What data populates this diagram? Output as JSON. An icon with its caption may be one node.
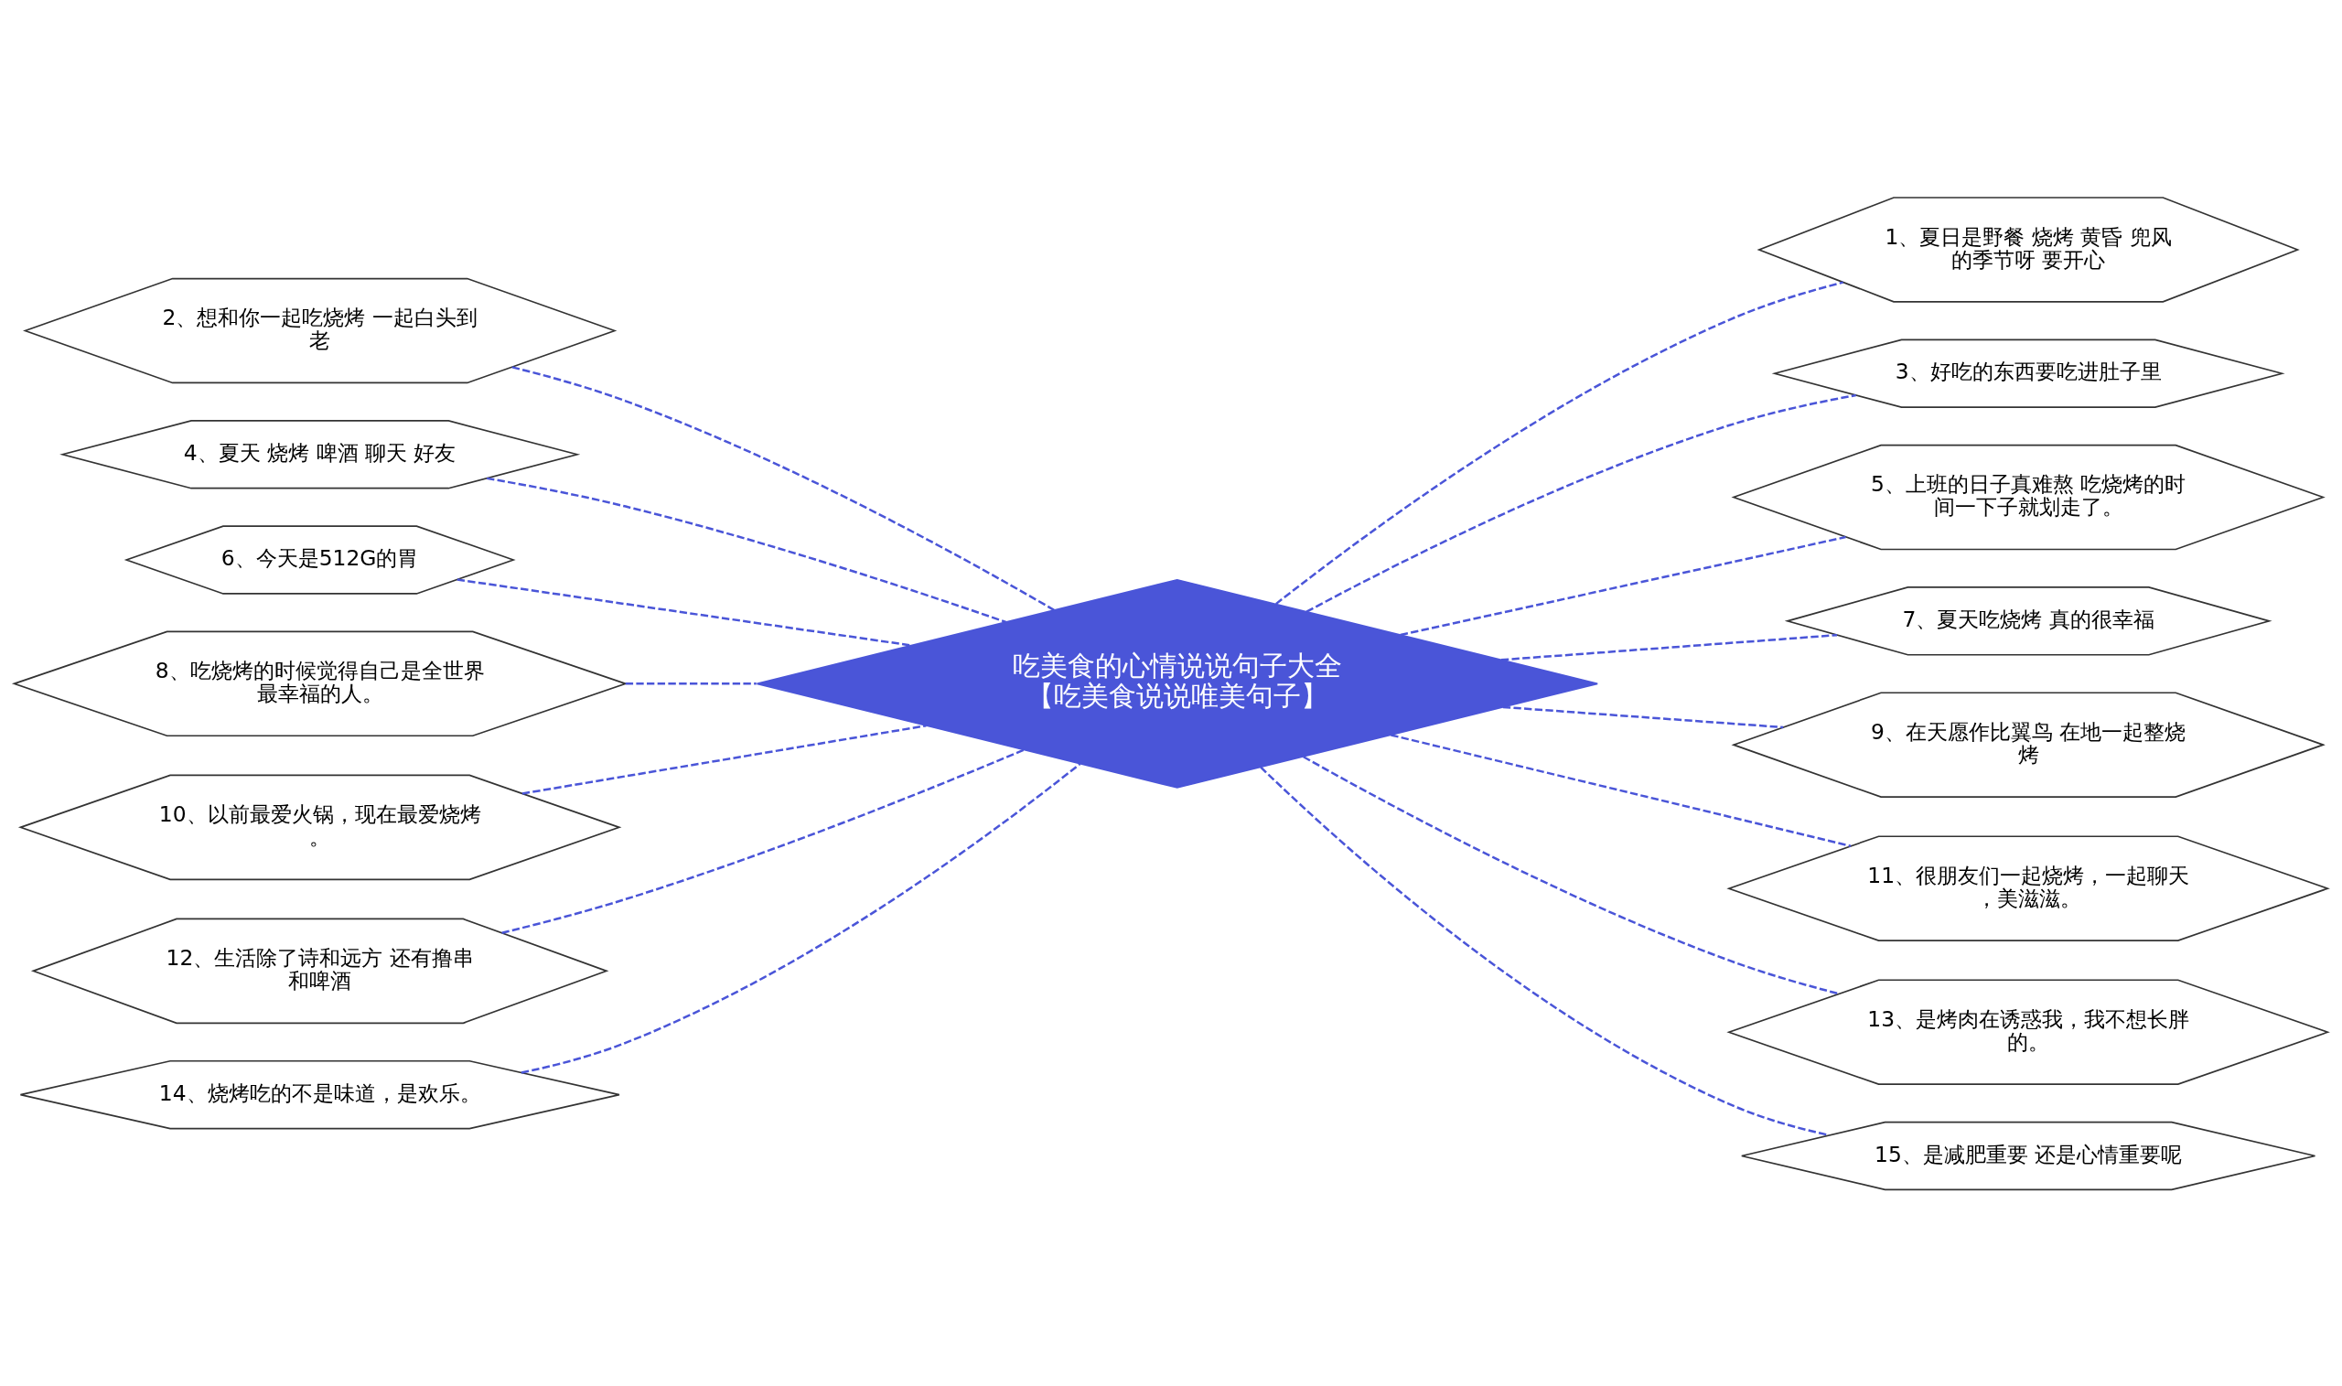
{
  "diagram": {
    "nodes": [
      {
        "text": [
          "吃美食的心情说说句子大全【吃美食说说唯美句子】"
        ]
      },
      {
        "text": [
          "1、夏日是野餐 烧烤 黄昏 兜风的季节呀 要开心"
        ]
      },
      {
        "text": [
          "2、想和你一起吃烧烤 一起白头到老"
        ]
      },
      {
        "text": [
          "3、好吃的东西要吃进肚子里"
        ]
      },
      {
        "text": [
          "4、夏天 烧烤 啤酒 聊天 好友"
        ]
      },
      {
        "text": [
          "5、上班的日子真难熬 吃烧烤的时间一下子就划走了。"
        ]
      },
      {
        "text": [
          "6、今天是512G的胃"
        ]
      },
      {
        "text": [
          "7、夏天吃烧烤 真的很幸福"
        ]
      },
      {
        "text": [
          "8、吃烧烤的时候觉得自己是全世界最幸福的人。"
        ]
      },
      {
        "text": [
          "9、在天愿作比翼鸟 在地一起整烧烤"
        ]
      },
      {
        "text": [
          "10、以前最爱火锅，现在最爱烧烤。"
        ]
      },
      {
        "text": [
          "11、很朋友们一起烧烤，一起聊天，美滋滋。"
        ]
      },
      {
        "text": [
          "12、生活除了诗和远方 还有撸串和啤酒"
        ]
      },
      {
        "text": [
          "13、是烤肉在诱惑我，我不想长胖的。"
        ]
      },
      {
        "text": [
          "14、烧烤吃的不是味道，是欢乐。"
        ]
      },
      {
        "text": [
          "15、是减肥重要 还是心情重要呢"
        ]
      }
    ],
    "edges": [
      {
        "from": 0,
        "to": 1,
        "arrow": "none",
        "style": "dashed"
      },
      {
        "from": 0,
        "to": 2,
        "arrow": "none",
        "style": "dashed"
      },
      {
        "from": 0,
        "to": 3,
        "arrow": "none",
        "style": "dashed"
      },
      {
        "from": 0,
        "to": 4,
        "arrow": "none",
        "style": "dashed"
      },
      {
        "from": 0,
        "to": 5,
        "arrow": "none",
        "style": "dashed"
      },
      {
        "from": 0,
        "to": 6,
        "arrow": "none",
        "style": "dashed"
      },
      {
        "from": 0,
        "to": 7,
        "arrow": "none",
        "style": "dashed"
      },
      {
        "from": 0,
        "to": 8,
        "arrow": "none",
        "style": "dashed"
      },
      {
        "from": 0,
        "to": 9,
        "arrow": "none",
        "style": "dashed"
      },
      {
        "from": 0,
        "to": 10,
        "arrow": "none",
        "style": "dashed"
      },
      {
        "from": 0,
        "to": 11,
        "arrow": "none",
        "style": "dashed"
      },
      {
        "from": 0,
        "to": 12,
        "arrow": "none",
        "style": "dashed"
      },
      {
        "from": 0,
        "to": 13,
        "arrow": "none",
        "style": "dashed"
      },
      {
        "from": 0,
        "to": 14,
        "arrow": "none",
        "style": "dashed"
      },
      {
        "from": 0,
        "to": 15,
        "arrow": "none",
        "style": "dashed"
      }
    ]
  }
}
